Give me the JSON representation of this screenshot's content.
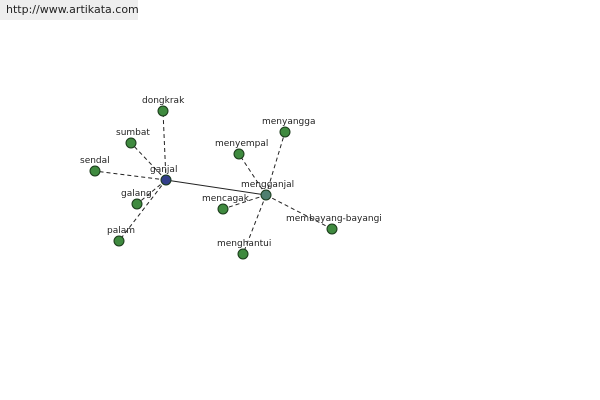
{
  "header": {
    "url": "http://www.artikata.com"
  },
  "colors": {
    "center": "#333f8a",
    "secondary": "#4e7f6f",
    "leaf": "#3f8a3f"
  },
  "graph": {
    "nodes": [
      {
        "id": "ganjal",
        "label": "ganjal",
        "kind": "center"
      },
      {
        "id": "mengganjal",
        "label": "mengganjal",
        "kind": "secondary"
      },
      {
        "id": "dongkrak",
        "label": "dongkrak",
        "kind": "leaf"
      },
      {
        "id": "sumbat",
        "label": "sumbat",
        "kind": "leaf"
      },
      {
        "id": "sendal",
        "label": "sendal",
        "kind": "leaf"
      },
      {
        "id": "galang",
        "label": "galang",
        "kind": "leaf"
      },
      {
        "id": "palam",
        "label": "palam",
        "kind": "leaf"
      },
      {
        "id": "menyangga",
        "label": "menyangga",
        "kind": "leaf"
      },
      {
        "id": "menyempal",
        "label": "menyempal",
        "kind": "leaf"
      },
      {
        "id": "mencagak",
        "label": "mencagak",
        "kind": "leaf"
      },
      {
        "id": "membayang-bayangi",
        "label": "membayang-bayangi",
        "kind": "leaf"
      },
      {
        "id": "menghantui",
        "label": "menghantui",
        "kind": "leaf"
      }
    ],
    "edges": [
      {
        "from": "ganjal",
        "to": "mengganjal",
        "style": "solid"
      },
      {
        "from": "ganjal",
        "to": "dongkrak",
        "style": "dashed"
      },
      {
        "from": "ganjal",
        "to": "sumbat",
        "style": "dashed"
      },
      {
        "from": "ganjal",
        "to": "sendal",
        "style": "dashed"
      },
      {
        "from": "ganjal",
        "to": "galang",
        "style": "dashed"
      },
      {
        "from": "ganjal",
        "to": "palam",
        "style": "dashed"
      },
      {
        "from": "mengganjal",
        "to": "menyangga",
        "style": "dashed"
      },
      {
        "from": "mengganjal",
        "to": "menyempal",
        "style": "dashed"
      },
      {
        "from": "mengganjal",
        "to": "mencagak",
        "style": "dashed"
      },
      {
        "from": "mengganjal",
        "to": "membayang-bayangi",
        "style": "dashed"
      },
      {
        "from": "mengganjal",
        "to": "menghantui",
        "style": "dashed"
      }
    ]
  }
}
